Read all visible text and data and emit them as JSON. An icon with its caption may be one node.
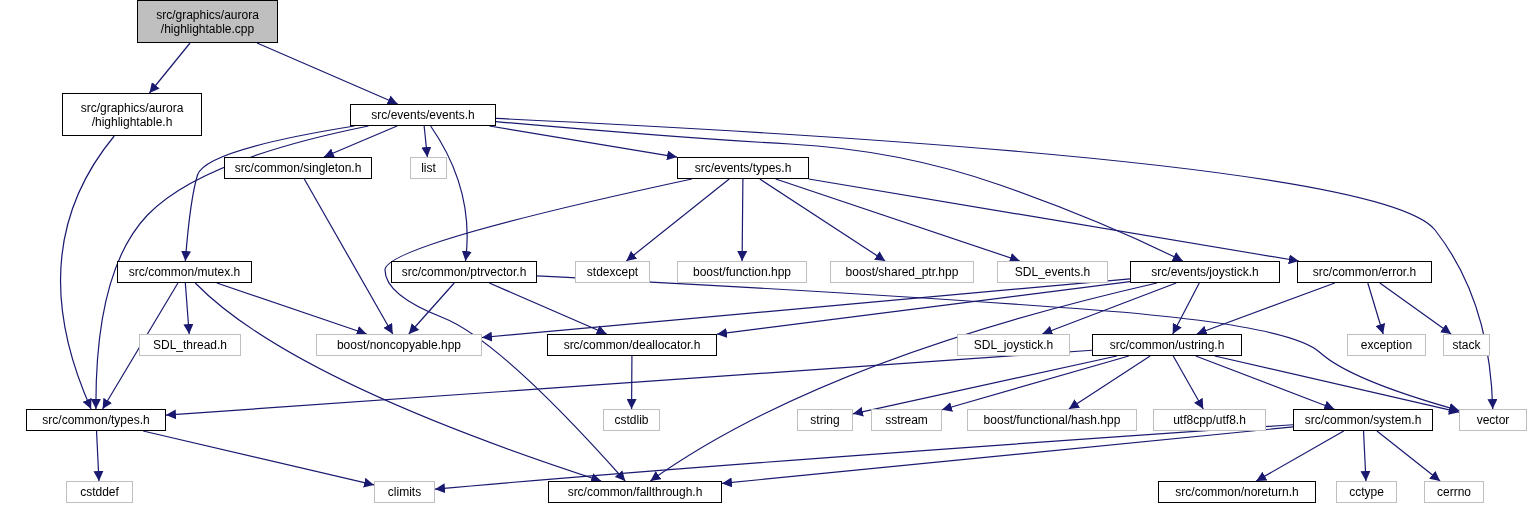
{
  "diagram": {
    "nodes": [
      {
        "text": [
          "src/graphics/aurora /highlightable.cpp"
        ]
      },
      {
        "text": [
          "src/graphics/aurora /highlightable.h"
        ]
      },
      {
        "text": [
          "src/events/events.h"
        ]
      },
      {
        "text": [
          "src/common/singleton.h"
        ]
      },
      {
        "text": [
          "list"
        ]
      },
      {
        "text": [
          "src/events/types.h"
        ]
      },
      {
        "text": [
          "src/common/mutex.h"
        ]
      },
      {
        "text": [
          "src/common/ptrvector.h"
        ]
      },
      {
        "text": [
          "stdexcept"
        ]
      },
      {
        "text": [
          "boost/function.hpp"
        ]
      },
      {
        "text": [
          "boost/shared_ptr.hpp"
        ]
      },
      {
        "text": [
          "SDL_events.h"
        ]
      },
      {
        "text": [
          "src/events/joystick.h"
        ]
      },
      {
        "text": [
          "src/common/error.h"
        ]
      },
      {
        "text": [
          "SDL_thread.h"
        ]
      },
      {
        "text": [
          "boost/noncopyable.hpp"
        ]
      },
      {
        "text": [
          "src/common/deallocator.h"
        ]
      },
      {
        "text": [
          "SDL_joystick.h"
        ]
      },
      {
        "text": [
          "src/common/ustring.h"
        ]
      },
      {
        "text": [
          "exception"
        ]
      },
      {
        "text": [
          "stack"
        ]
      },
      {
        "text": [
          "src/common/types.h"
        ]
      },
      {
        "text": [
          "cstdlib"
        ]
      },
      {
        "text": [
          "string"
        ]
      },
      {
        "text": [
          "sstream"
        ]
      },
      {
        "text": [
          "boost/functional/hash.hpp"
        ]
      },
      {
        "text": [
          "utf8cpp/utf8.h"
        ]
      },
      {
        "text": [
          "src/common/system.h"
        ]
      },
      {
        "text": [
          "vector"
        ]
      },
      {
        "text": [
          "cstddef"
        ]
      },
      {
        "text": [
          "climits"
        ]
      },
      {
        "text": [
          "src/common/fallthrough.h"
        ]
      },
      {
        "text": [
          "src/common/noreturn.h"
        ]
      },
      {
        "text": [
          "cctype"
        ]
      },
      {
        "text": [
          "cerrno"
        ]
      }
    ],
    "edges": [
      {
        "from": 0,
        "to": 1,
        "arrow": "to"
      },
      {
        "from": 0,
        "to": 2,
        "arrow": "to"
      },
      {
        "from": 1,
        "to": 21,
        "arrow": "to"
      },
      {
        "from": 2,
        "to": 21,
        "arrow": "to"
      },
      {
        "from": 2,
        "to": 6,
        "arrow": "to"
      },
      {
        "from": 2,
        "to": 3,
        "arrow": "to"
      },
      {
        "from": 2,
        "to": 4,
        "arrow": "to"
      },
      {
        "from": 2,
        "to": 7,
        "arrow": "to"
      },
      {
        "from": 2,
        "to": 5,
        "arrow": "to"
      },
      {
        "from": 2,
        "to": 12,
        "arrow": "to"
      },
      {
        "from": 2,
        "to": 28,
        "arrow": "to"
      },
      {
        "from": 3,
        "to": 15,
        "arrow": "to"
      },
      {
        "from": 5,
        "to": 31,
        "arrow": "to"
      },
      {
        "from": 5,
        "to": 8,
        "arrow": "to"
      },
      {
        "from": 5,
        "to": 9,
        "arrow": "to"
      },
      {
        "from": 5,
        "to": 10,
        "arrow": "to"
      },
      {
        "from": 5,
        "to": 11,
        "arrow": "to"
      },
      {
        "from": 5,
        "to": 13,
        "arrow": "to"
      },
      {
        "from": 6,
        "to": 14,
        "arrow": "to"
      },
      {
        "from": 6,
        "to": 15,
        "arrow": "to"
      },
      {
        "from": 6,
        "to": 21,
        "arrow": "to"
      },
      {
        "from": 6,
        "to": 31,
        "arrow": "to"
      },
      {
        "from": 7,
        "to": 15,
        "arrow": "to"
      },
      {
        "from": 7,
        "to": 16,
        "arrow": "to"
      },
      {
        "from": 7,
        "to": 28,
        "arrow": "to"
      },
      {
        "from": 12,
        "to": 15,
        "arrow": "to"
      },
      {
        "from": 12,
        "to": 16,
        "arrow": "to"
      },
      {
        "from": 12,
        "to": 17,
        "arrow": "to"
      },
      {
        "from": 12,
        "to": 18,
        "arrow": "to"
      },
      {
        "from": 12,
        "to": 31,
        "arrow": "to"
      },
      {
        "from": 13,
        "to": 18,
        "arrow": "to"
      },
      {
        "from": 13,
        "to": 19,
        "arrow": "to"
      },
      {
        "from": 13,
        "to": 20,
        "arrow": "to"
      },
      {
        "from": 16,
        "to": 22,
        "arrow": "to"
      },
      {
        "from": 18,
        "to": 21,
        "arrow": "to"
      },
      {
        "from": 18,
        "to": 23,
        "arrow": "to"
      },
      {
        "from": 18,
        "to": 24,
        "arrow": "to"
      },
      {
        "from": 18,
        "to": 25,
        "arrow": "to"
      },
      {
        "from": 18,
        "to": 26,
        "arrow": "to"
      },
      {
        "from": 18,
        "to": 27,
        "arrow": "to"
      },
      {
        "from": 18,
        "to": 28,
        "arrow": "to"
      },
      {
        "from": 21,
        "to": 29,
        "arrow": "to"
      },
      {
        "from": 21,
        "to": 30,
        "arrow": "to"
      },
      {
        "from": 27,
        "to": 30,
        "arrow": "to"
      },
      {
        "from": 27,
        "to": 31,
        "arrow": "to"
      },
      {
        "from": 27,
        "to": 32,
        "arrow": "to"
      },
      {
        "from": 27,
        "to": 33,
        "arrow": "to"
      },
      {
        "from": 27,
        "to": 34,
        "arrow": "to"
      }
    ]
  }
}
